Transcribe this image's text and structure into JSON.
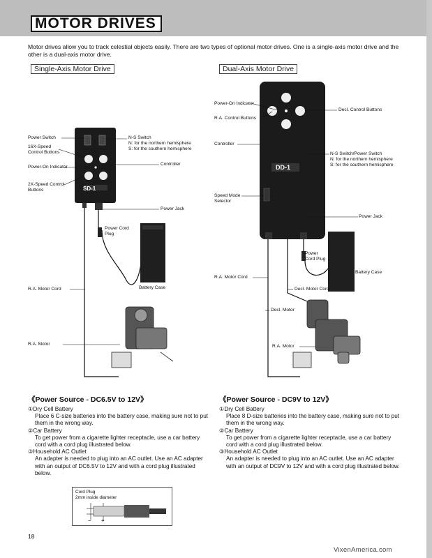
{
  "header": {
    "title": "MOTOR DRIVES"
  },
  "intro": "Motor drives allow you to track celestial objects easily. There are two types of optional motor drives. One is a single-axis motor drive and the other is a dual-axis motor drive.",
  "sections": {
    "single": {
      "label": "Single-Axis Motor Drive",
      "power_switch": "Power Switch",
      "speed16x": "16X-Speed\nControl Buttons",
      "power_on_indicator": "Power-On Indicator",
      "speed2x": "2X-Speed Control\nButtons",
      "ns_switch": "N-S Switch\nN: for the northern hemisphere\nS: for the southern hemisphere",
      "controller": "Controller",
      "power_jack": "Power Jack",
      "power_cord_plug": "Power Cord\nPlug",
      "battery_case": "Battery Case",
      "ra_motor_cord": "R.A. Motor Cord",
      "ra_motor": "R.A. Motor",
      "device_name": "SD-1"
    },
    "dual": {
      "label": "Dual-Axis Motor Drive",
      "power_on_indicator": "Power-On Indicator",
      "ra_control_buttons": "R.A. Control Buttons",
      "decl_control_buttons": "Decl. Control Buttons",
      "controller": "Controller",
      "ns_switch": "N-S Switch/Power Switch\nN: for the northern hemisphere\nS: for the southern hemisphere",
      "speed_mode_selector": "Speed Mode\nSelector",
      "power_jack": "Power Jack",
      "power_cord_plug": "Power\nCord Plug",
      "battery_case": "Battery Case",
      "ra_motor_cord": "R.A. Motor Cord",
      "decl_motor_cord": "Decl. Motor Cord",
      "decl_motor": "Decl. Motor",
      "ra_motor": "R.A. Motor",
      "device_name": "DD-1"
    }
  },
  "power_left": {
    "title": "《Power Source - DC6.5V to 12V》",
    "items": [
      {
        "head": "①Dry Cell Battery",
        "body": "Place 6 C-size batteries into the battery case, making sure not to put them in the wrong way."
      },
      {
        "head": "②Car Battery",
        "body": "To get power from a cigarette lighter receptacle, use a car battery cord with a cord plug illustrated below."
      },
      {
        "head": "③Household AC Outlet",
        "body": "An adapter is needed to plug into an AC outlet. Use an AC adapter with an output of DC6.5V to 12V and with a cord plug illustrated below."
      }
    ]
  },
  "power_right": {
    "title": "《Power Source - DC9V to 12V》",
    "items": [
      {
        "head": "①Dry Cell Battery",
        "body": "Place 8 D-size batteries into the battery case, making sure not to put them in the wrong way."
      },
      {
        "head": "②Car Battery",
        "body": "To get power from a cigarette lighter receptacle, use a car battery cord with a cord plug illustrated below."
      },
      {
        "head": "③Household AC Outlet",
        "body": "An adapter is needed to plug into an AC outlet. Use an AC adapter with an output of DC9V to 12V and with a cord plug illustrated below."
      }
    ]
  },
  "cord_plug": {
    "title": "Cord Plug",
    "diameter": "2mm inside diameter",
    "minus": "−",
    "plus": "+"
  },
  "footer": {
    "page_number": "18",
    "site": "VixenAmerica.com"
  }
}
